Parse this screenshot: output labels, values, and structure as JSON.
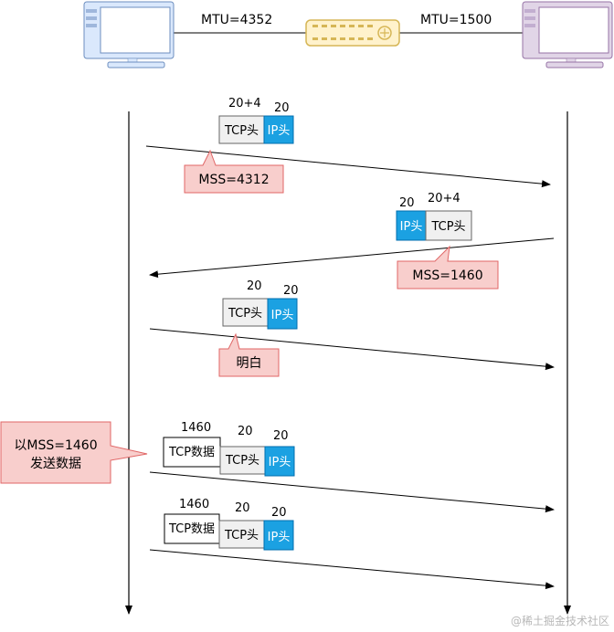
{
  "topology": {
    "left_mtu": "MTU=4352",
    "right_mtu": "MTU=1500"
  },
  "exchanges": [
    {
      "size_top": "20+4",
      "size_ip": "20",
      "tcp_label": "TCP头",
      "ip_label": "IP头",
      "callout": "MSS=4312"
    },
    {
      "size_ip": "20",
      "size_top": "20+4",
      "ip_label": "IP头",
      "tcp_label": "TCP头",
      "callout": "MSS=1460"
    },
    {
      "size_top": "20",
      "size_ip": "20",
      "tcp_label": "TCP头",
      "ip_label": "IP头",
      "callout": "明白"
    }
  ],
  "data_packets": [
    {
      "size_data": "1460",
      "size_tcp": "20",
      "size_ip": "20",
      "data_label": "TCP数据",
      "tcp_label": "TCP头",
      "ip_label": "IP头"
    },
    {
      "size_data": "1460",
      "size_tcp": "20",
      "size_ip": "20",
      "data_label": "TCP数据",
      "tcp_label": "TCP头",
      "ip_label": "IP头"
    }
  ],
  "side_note": {
    "line1": "以MSS=1460",
    "line2": "发送数据"
  },
  "watermark": "@稀土掘金技术社区",
  "colors": {
    "tcp_fill": "#f0f0f0",
    "ip_fill": "#1ba1e2",
    "callout_fill": "#f8cecc",
    "callout_stroke": "#e06666",
    "router_fill": "#fff2cc",
    "router_stroke": "#d6b656",
    "pc_left": "#dae8fc",
    "pc_right": "#e1d5e7"
  }
}
